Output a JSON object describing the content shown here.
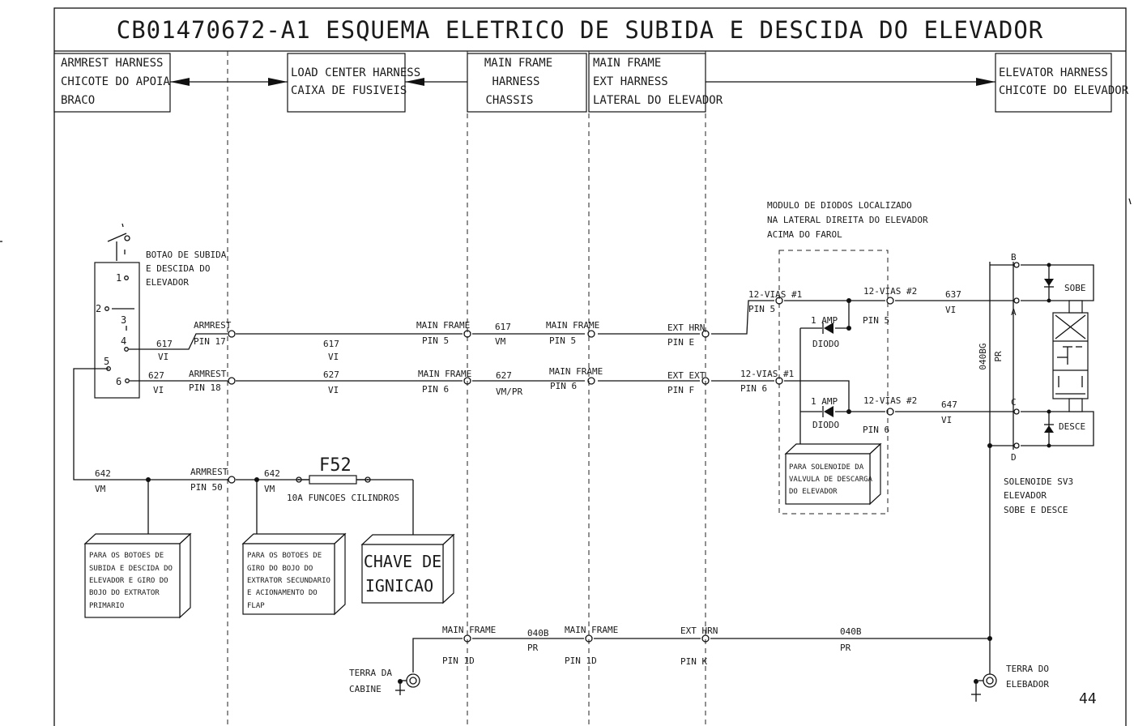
{
  "title": "CB01470672-A1 ESQUEMA ELETRICO DE SUBIDA E DESCIDA DO ELEVADOR",
  "page_number": "44",
  "harness_boxes": {
    "armrest": [
      "ARMREST HARNESS",
      "CHICOTE DO APOIA",
      "BRACO"
    ],
    "load_center": [
      "LOAD CENTER HARNESS",
      "CAIXA DE FUSIVEIS"
    ],
    "main_frame": [
      "MAIN FRAME",
      "HARNESS",
      "CHASSIS"
    ],
    "main_frame_ext": [
      "MAIN FRAME",
      "EXT HARNESS",
      "LATERAL DO ELEVADOR"
    ],
    "elevator": [
      "ELEVATOR HARNESS",
      "CHICOTE DO ELEVADOR"
    ]
  },
  "switch": {
    "label": [
      "BOTAO DE SUBIDA",
      "E DESCIDA DO",
      "ELEVADOR"
    ],
    "pins": [
      "1",
      "2",
      "3",
      "4",
      "5",
      "6"
    ]
  },
  "wire617": {
    "left_num": "617",
    "left_color": "VI",
    "armrest_conn": "ARMREST",
    "armrest_pin": "PIN 17",
    "mid_num": "617",
    "mid_color": "VI",
    "mf_conn": "MAIN FRAME",
    "mf_pin": "PIN 5",
    "mf_num": "617",
    "mf_color": "VM",
    "mfe_conn": "MAIN FRAME",
    "mfe_pin": "PIN 5",
    "ext_conn": "EXT HRN",
    "ext_pin": "PIN E",
    "via1_label": "12-VIAS #1",
    "via1_pin": "PIN 5",
    "via2_label": "12-VIAS #2",
    "via2_pin": "PIN 5",
    "out_num": "637",
    "out_color": "VI"
  },
  "wire627": {
    "left_num": "627",
    "left_color": "VI",
    "armrest_conn": "ARMREST",
    "armrest_pin": "PIN 18",
    "mid_num": "627",
    "mid_color": "VI",
    "mf_conn": "MAIN FRAME",
    "mf_pin": "PIN 6",
    "mf_num": "627",
    "mf_color": "VM/PR",
    "mfe_conn": "MAIN FRAME",
    "mfe_pin": "PIN 6",
    "ext_conn": "EXT EXT",
    "ext_pin": "PIN F",
    "via1_label": "12-VIAS #1",
    "via1_pin": "PIN 6",
    "via2_label": "12-VIAS #2",
    "via2_pin": "PIN 6",
    "out_num": "647",
    "out_color": "VI"
  },
  "wire642": {
    "left_num": "642",
    "left_color": "VM",
    "armrest_conn": "ARMREST",
    "armrest_pin": "PIN 50",
    "mid_num": "642",
    "mid_color": "VM",
    "fuse_name": "F52",
    "fuse_desc": "10A  FUNCOES CILINDROS"
  },
  "diode_module": {
    "label": [
      "MODULO DE DIODOS LOCALIZADO",
      "NA LATERAL DIREITA DO ELEVADOR",
      "ACIMA DO FAROL"
    ],
    "diode_amp": "1 AMP",
    "diode_name": "DIODO",
    "note": [
      "PARA SOLENOIDE DA",
      "VALVULA DE DESCARGA",
      "DO ELEVADOR"
    ]
  },
  "solenoid": {
    "terminals": [
      "B",
      "A",
      "C",
      "D"
    ],
    "sobe": "SOBE",
    "desce": "DESCE",
    "label": [
      "SOLENOIDE SV3",
      "ELEVADOR",
      "SOBE E DESCE"
    ],
    "ground_num": "040BG",
    "ground_color": "PR"
  },
  "notes": {
    "primary": [
      "PARA OS BOTOES DE",
      "SUBIDA E DESCIDA DO",
      "ELEVADOR E GIRO DO",
      "BOJO DO EXTRATOR",
      "PRIMARIO"
    ],
    "secondary": [
      "PARA OS BOTOES DE",
      "GIRO DO BOJO DO",
      "EXTRATOR SECUNDARIO",
      "E ACIONAMENTO DO",
      "FLAP"
    ],
    "ignition": [
      "CHAVE DE",
      "IGNICAO"
    ]
  },
  "ground": {
    "mf_conn": "MAIN FRAME",
    "mf_pin": "PIN 1D",
    "num1": "040B",
    "color1": "PR",
    "mfe_conn": "MAIN FRAME",
    "mfe_pin": "PIN 1D",
    "ext_conn": "EXT HRN",
    "ext_pin": "PIN K",
    "num2": "040B",
    "color2": "PR",
    "cab_label": [
      "TERRA DA",
      "CABINE"
    ],
    "elev_label": [
      "TERRA DO",
      "ELEBADOR"
    ]
  }
}
